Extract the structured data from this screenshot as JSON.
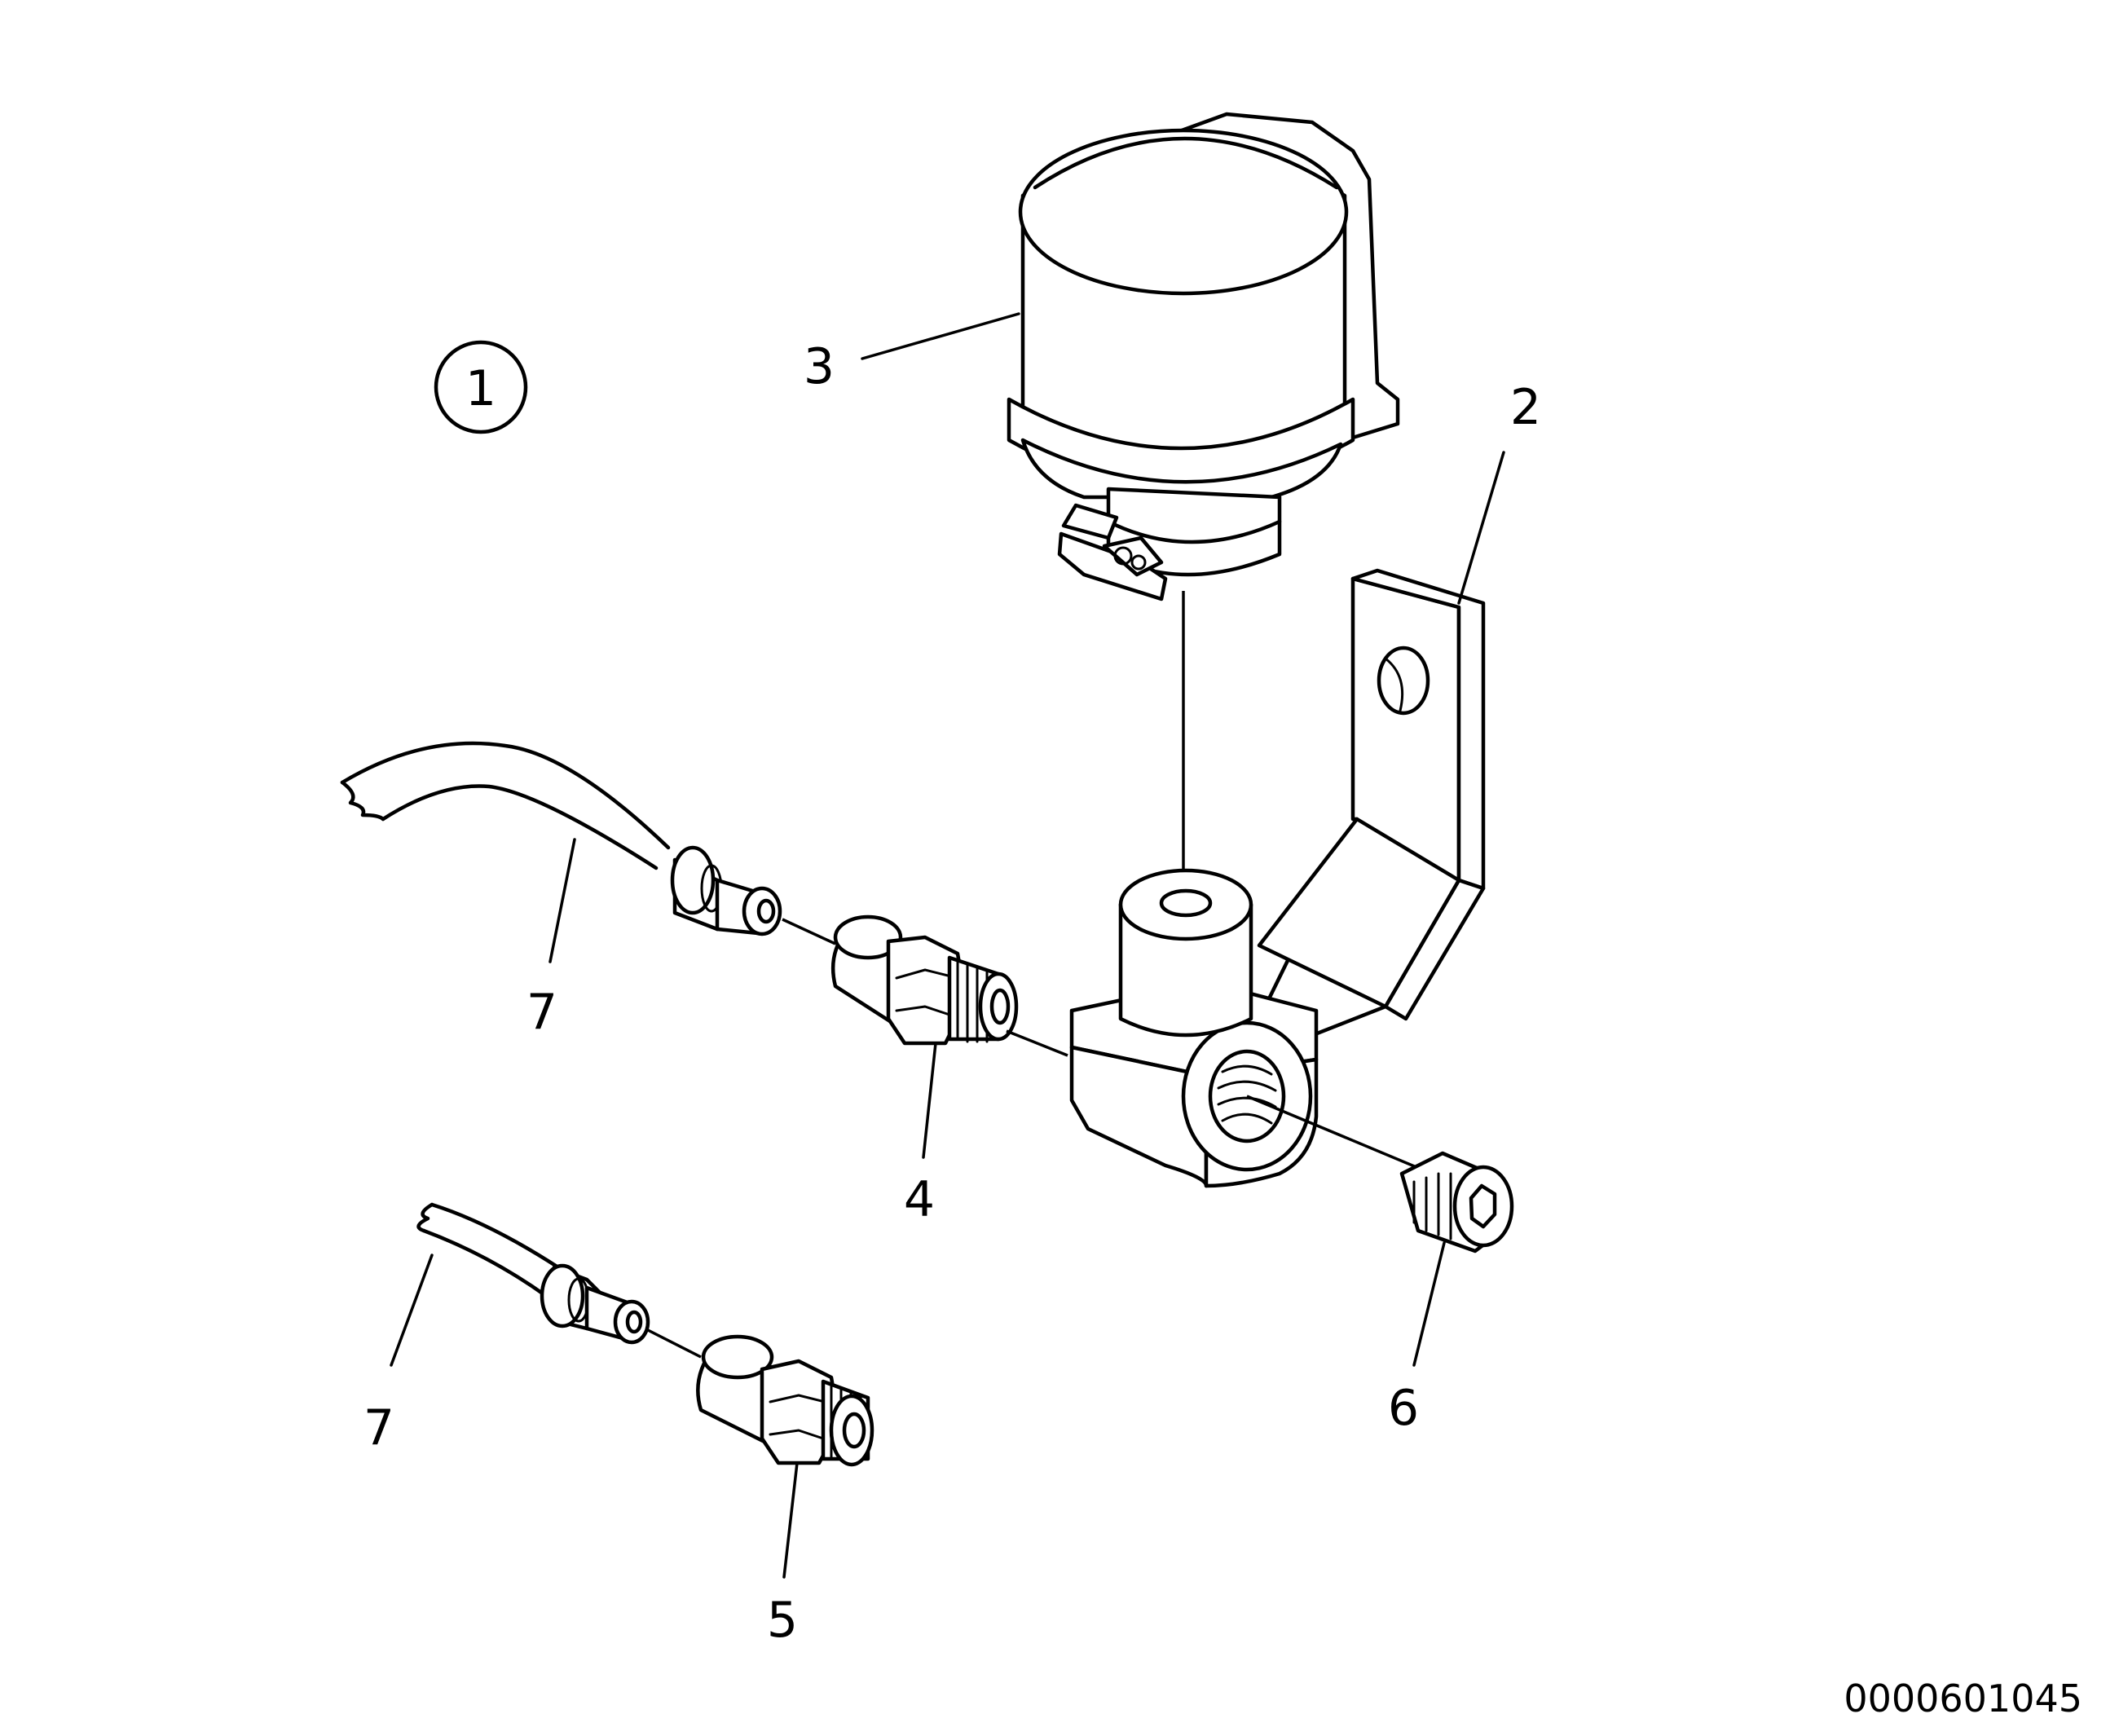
{
  "view_marker": "1",
  "callouts": {
    "bracket": "2",
    "filter": "3",
    "fitting_upper": "4",
    "fitting_lower": "5",
    "plug": "6",
    "hose_upper": "7",
    "hose_lower": "7"
  },
  "document_number": "0000601045"
}
